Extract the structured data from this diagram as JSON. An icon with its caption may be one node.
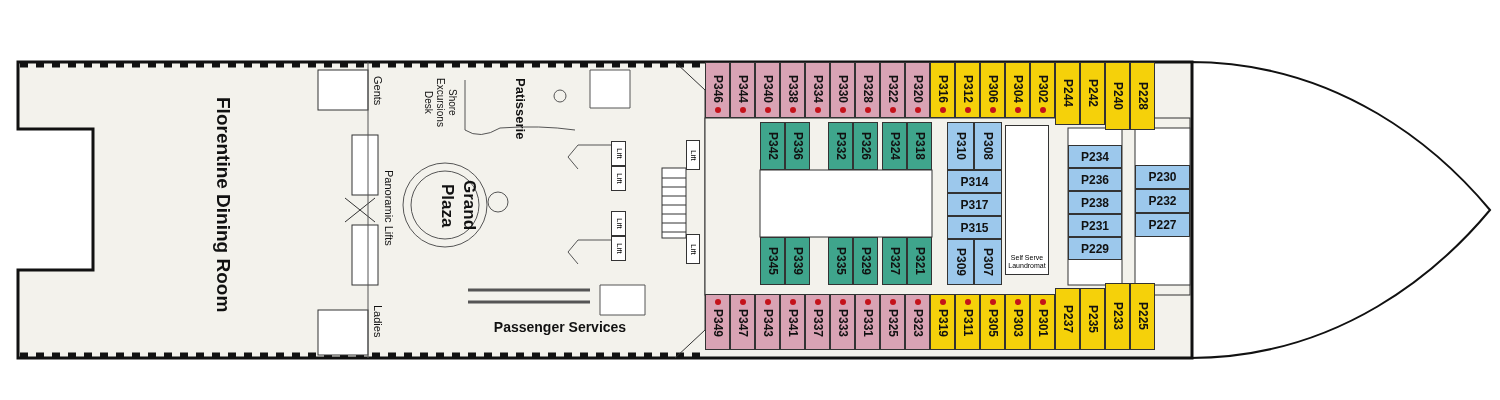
{
  "diagram": {
    "nodes": [
      {
        "text": [
          "P346"
        ]
      },
      {
        "text": [
          "P344"
        ]
      },
      {
        "text": [
          "P340"
        ]
      },
      {
        "text": [
          "P338"
        ]
      },
      {
        "text": [
          "P334"
        ]
      },
      {
        "text": [
          "P330"
        ]
      },
      {
        "text": [
          "P328"
        ]
      },
      {
        "text": [
          "P322"
        ]
      },
      {
        "text": [
          "P320"
        ]
      },
      {
        "text": [
          "P316"
        ]
      },
      {
        "text": [
          "P312"
        ]
      },
      {
        "text": [
          "P306"
        ]
      },
      {
        "text": [
          "P304"
        ]
      },
      {
        "text": [
          "P302"
        ]
      },
      {
        "text": [
          "P244"
        ]
      },
      {
        "text": [
          "P242"
        ]
      },
      {
        "text": [
          "P240"
        ]
      },
      {
        "text": [
          "P228"
        ]
      },
      {
        "text": [
          "P342"
        ]
      },
      {
        "text": [
          "P336"
        ]
      },
      {
        "text": [
          "P332"
        ]
      },
      {
        "text": [
          "P326"
        ]
      },
      {
        "text": [
          "P324"
        ]
      },
      {
        "text": [
          "P318"
        ]
      },
      {
        "text": [
          "P310"
        ]
      },
      {
        "text": [
          "P308"
        ]
      },
      {
        "text": [
          "P314"
        ]
      },
      {
        "text": [
          "P317"
        ]
      },
      {
        "text": [
          "P315"
        ]
      },
      {
        "text": [
          "P309"
        ]
      },
      {
        "text": [
          "P307"
        ]
      },
      {
        "text": [
          "P234"
        ]
      },
      {
        "text": [
          "P236"
        ]
      },
      {
        "text": [
          "P238"
        ]
      },
      {
        "text": [
          "P231"
        ]
      },
      {
        "text": [
          "P229"
        ]
      },
      {
        "text": [
          "P230"
        ]
      },
      {
        "text": [
          "P232"
        ]
      },
      {
        "text": [
          "P227"
        ]
      },
      {
        "text": [
          "P345"
        ]
      },
      {
        "text": [
          "P339"
        ]
      },
      {
        "text": [
          "P335"
        ]
      },
      {
        "text": [
          "P329"
        ]
      },
      {
        "text": [
          "P327"
        ]
      },
      {
        "text": [
          "P321"
        ]
      },
      {
        "text": [
          "P349"
        ]
      },
      {
        "text": [
          "P347"
        ]
      },
      {
        "text": [
          "P343"
        ]
      },
      {
        "text": [
          "P341"
        ]
      },
      {
        "text": [
          "P337"
        ]
      },
      {
        "text": [
          "P333"
        ]
      },
      {
        "text": [
          "P331"
        ]
      },
      {
        "text": [
          "P325"
        ]
      },
      {
        "text": [
          "P323"
        ]
      },
      {
        "text": [
          "P319"
        ]
      },
      {
        "text": [
          "P311"
        ]
      },
      {
        "text": [
          "P305"
        ]
      },
      {
        "text": [
          "P303"
        ]
      },
      {
        "text": [
          "P301"
        ]
      },
      {
        "text": [
          "P237"
        ]
      },
      {
        "text": [
          "P235"
        ]
      },
      {
        "text": [
          "P233"
        ]
      },
      {
        "text": [
          "P225"
        ]
      },
      {
        "text": [
          "Self Serve Laundromat"
        ]
      },
      {
        "text": [
          "Lift"
        ]
      },
      {
        "text": [
          "Lift"
        ]
      },
      {
        "text": [
          "Lift"
        ]
      },
      {
        "text": [
          "Lift"
        ]
      },
      {
        "text": [
          "Lift"
        ]
      },
      {
        "text": [
          "Lift"
        ]
      }
    ],
    "labels": [
      "Florentine Dining Room",
      "Gents",
      "Shore Excursions Desk",
      "Patisserie",
      "Grand Plaza",
      "Panoramic Lifts",
      "Ladies",
      "Passenger Services"
    ]
  }
}
